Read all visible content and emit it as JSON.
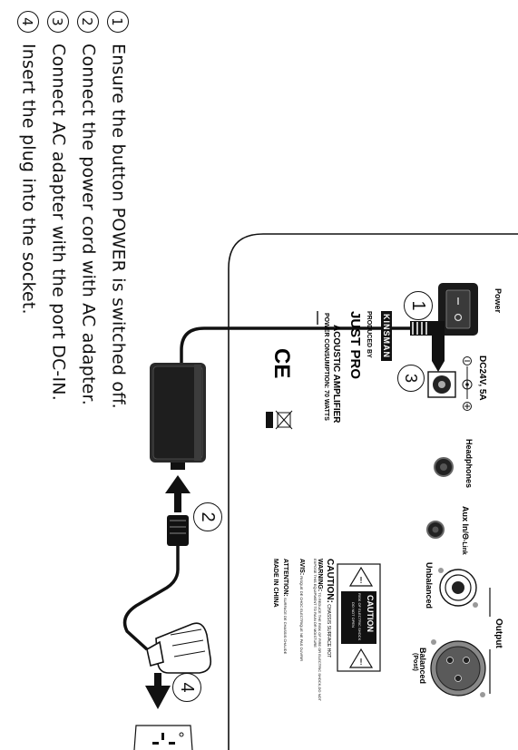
{
  "steps": [
    {
      "num": "1",
      "text": "Ensure the button POWER is switched off."
    },
    {
      "num": "2",
      "text": "Connect the power cord with AC adapter."
    },
    {
      "num": "3",
      "text": "Connect AC adapter with the port DC-IN."
    },
    {
      "num": "4",
      "text": "Insert the plug into the socket."
    }
  ],
  "callouts": {
    "c1": "1",
    "c2": "2",
    "c3": "3",
    "c4": "4"
  },
  "panel": {
    "power": "Power",
    "dc_rating": "DC24V, 5A",
    "headphones": "Headphones",
    "aux_in": "Aux In/",
    "link": "-Link",
    "output": "Output",
    "unbalanced": "Unbalanced",
    "balanced": "Balanced",
    "balanced_sub": "(Post)",
    "made_in": "MADE IN CHINA"
  },
  "branding": {
    "logo": "KINSMAN",
    "produced_by": "PRODUCED BY",
    "product": "JUST PRO",
    "amp": "ACOUSTIC AMPLIFIER",
    "consumption": "POWER CONSUMPTION: 70 WATTS",
    "ce": "CE"
  },
  "warnings": {
    "label_title": "CAUTION",
    "label_line1": "RISK OF ELECTRIC SHOCK",
    "label_line2": "DO NOT OPEN",
    "caution_head": "CAUTION:",
    "caution_text": "CHASSIS SURFACE HOT",
    "warning_head": "WARNING:",
    "warning_text": "TO REDUCE THE RISK OF FIRE OR ELECTRIC SHOCK,DO NOT EXPOSE THIS EQUIPMENT TO RAIN OR MOISTURE",
    "avis_head": "AVIS:",
    "avis_text": "RISQUE DE CHOC ELECTRIQUE NE PAS OUVRIR",
    "attention_head": "ATTENTION:",
    "attention_text": "SURFACE DE CHASSIS CHAUDE"
  },
  "colors": {
    "ink": "#111111",
    "panel_bg": "#ffffff",
    "adapter": "#2a2a2a",
    "switch": "#1a1a1a"
  }
}
